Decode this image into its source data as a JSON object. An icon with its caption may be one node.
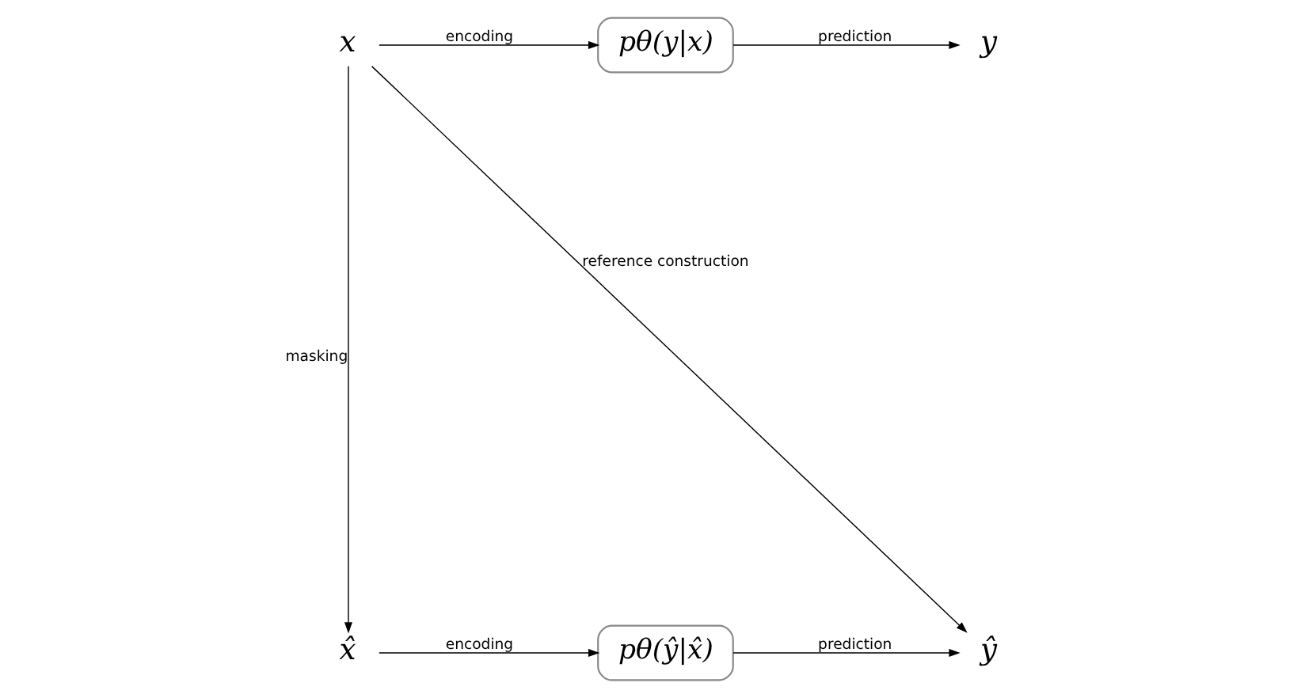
{
  "diagram": {
    "nodes": [
      {
        "text": [
          "x"
        ]
      },
      {
        "text": [
          "pθ(y|x)"
        ]
      },
      {
        "text": [
          "y"
        ]
      },
      {
        "text": [
          "x̂"
        ]
      },
      {
        "text": [
          "pθ(ŷ|x̂)"
        ]
      },
      {
        "text": [
          "ŷ"
        ]
      }
    ],
    "edges": [
      {
        "from": 0,
        "to": 1,
        "arrow": "to",
        "label": "encoding"
      },
      {
        "from": 1,
        "to": 2,
        "arrow": "to",
        "label": "prediction"
      },
      {
        "from": 0,
        "to": 3,
        "arrow": "to",
        "label": "masking"
      },
      {
        "from": 0,
        "to": 5,
        "arrow": "to",
        "label": "reference construction"
      },
      {
        "from": 3,
        "to": 4,
        "arrow": "to",
        "label": "encoding"
      },
      {
        "from": 4,
        "to": 5,
        "arrow": "to",
        "label": "prediction"
      }
    ]
  }
}
